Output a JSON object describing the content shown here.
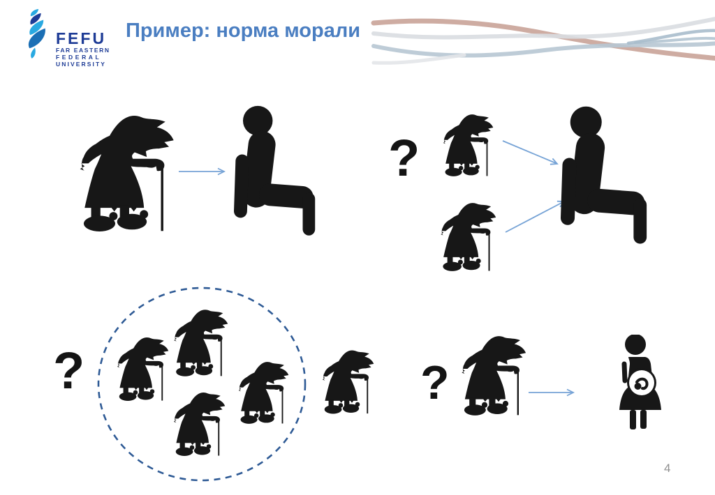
{
  "header": {
    "logo": {
      "acronym": "FEFU",
      "name_lines": [
        "FAR EASTERN",
        "FEDERAL",
        "UNIVERSITY"
      ]
    },
    "title": "Пример: норма морали"
  },
  "scenes": {
    "scene1": {
      "description": "one old lady with cane, arrow pointing to a seated person",
      "old_lady_count": 1
    },
    "scene2": {
      "question_mark": "?",
      "description": "two old ladies with canes, two arrows pointing to one seated person",
      "old_lady_count": 2
    },
    "scene3": {
      "question_mark": "?",
      "description": "four old ladies grouped in a dashed circle, one old lady outside the circle",
      "old_ladies_in_circle": 4,
      "old_ladies_outside": 1
    },
    "scene4": {
      "question_mark": "?",
      "description": "old lady with cane, arrow pointing to a pregnant woman",
      "old_lady_count": 1
    }
  },
  "footer": {
    "page_number": "4"
  },
  "icons": {
    "fefu-logo-icon": "blue flame swirl",
    "old-lady-icon": "hunched old woman with headscarf and walking cane, black silhouette",
    "seated-person-icon": "person sitting on a seat, black silhouette",
    "pregnant-woman-icon": "pregnant woman with fetus visible in belly, black silhouette",
    "arrow-icon": "thin light-blue arrow",
    "dashed-circle": "blue dashed ellipse grouping the old ladies",
    "decorative-waves": "gray-blue and rose wavy ribbons"
  },
  "colors": {
    "background": "#ffffff",
    "title_text": "#4a7ec1",
    "logo_navy": "#1e3c96",
    "logo_light_blue": "#29a9e1",
    "silhouette_black": "#171717",
    "arrow_blue": "#76a3d6",
    "dashed_circle_blue": "#2e5a95",
    "page_number_gray": "#8f8f8f",
    "wave_gray": "#d9dde1",
    "wave_blue_gray": "#b7c6d3",
    "wave_rose": "#c59d92"
  }
}
